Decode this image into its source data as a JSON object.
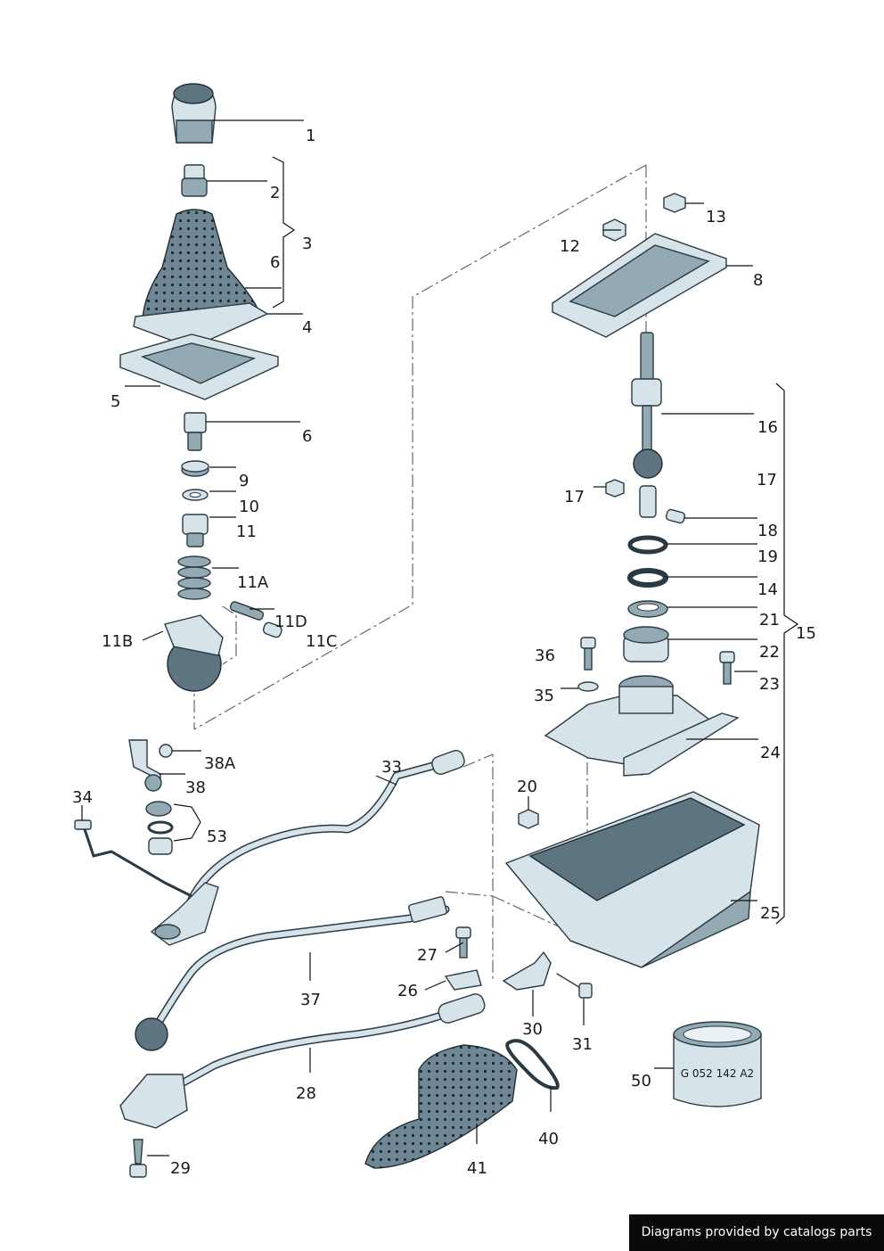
{
  "callouts": {
    "c1": "1",
    "c2": "2",
    "c3": "3",
    "c6a": "6",
    "c4": "4",
    "c5": "5",
    "c6b": "6",
    "c9": "9",
    "c10": "10",
    "c11": "11",
    "c11A": "11A",
    "c11B": "11B",
    "c11C": "11C",
    "c11D": "11D",
    "c12": "12",
    "c13": "13",
    "c8": "8",
    "c16": "16",
    "c17a": "17",
    "c17b": "17",
    "c18": "18",
    "c19": "19",
    "c14": "14",
    "c21": "21",
    "c15": "15",
    "c36": "36",
    "c22": "22",
    "c23": "23",
    "c35": "35",
    "c24": "24",
    "c38A": "38A",
    "c38": "38",
    "c33": "33",
    "c34": "34",
    "c53": "53",
    "c20": "20",
    "c25": "25",
    "c27": "27",
    "c26": "26",
    "c37": "37",
    "c30": "30",
    "c31": "31",
    "c28": "28",
    "c50": "50",
    "c40": "40",
    "c41": "41",
    "c29": "29"
  },
  "part_marking": "G 052 142 A2",
  "footer": {
    "credit": "Diagrams provided by catalogs parts"
  },
  "colors": {
    "part_light": "#d6e4ea",
    "part_mid": "#93a9b4",
    "part_dark": "#5d7481",
    "outline": "#2a3a44",
    "footer_bg": "#0a0a0a"
  }
}
